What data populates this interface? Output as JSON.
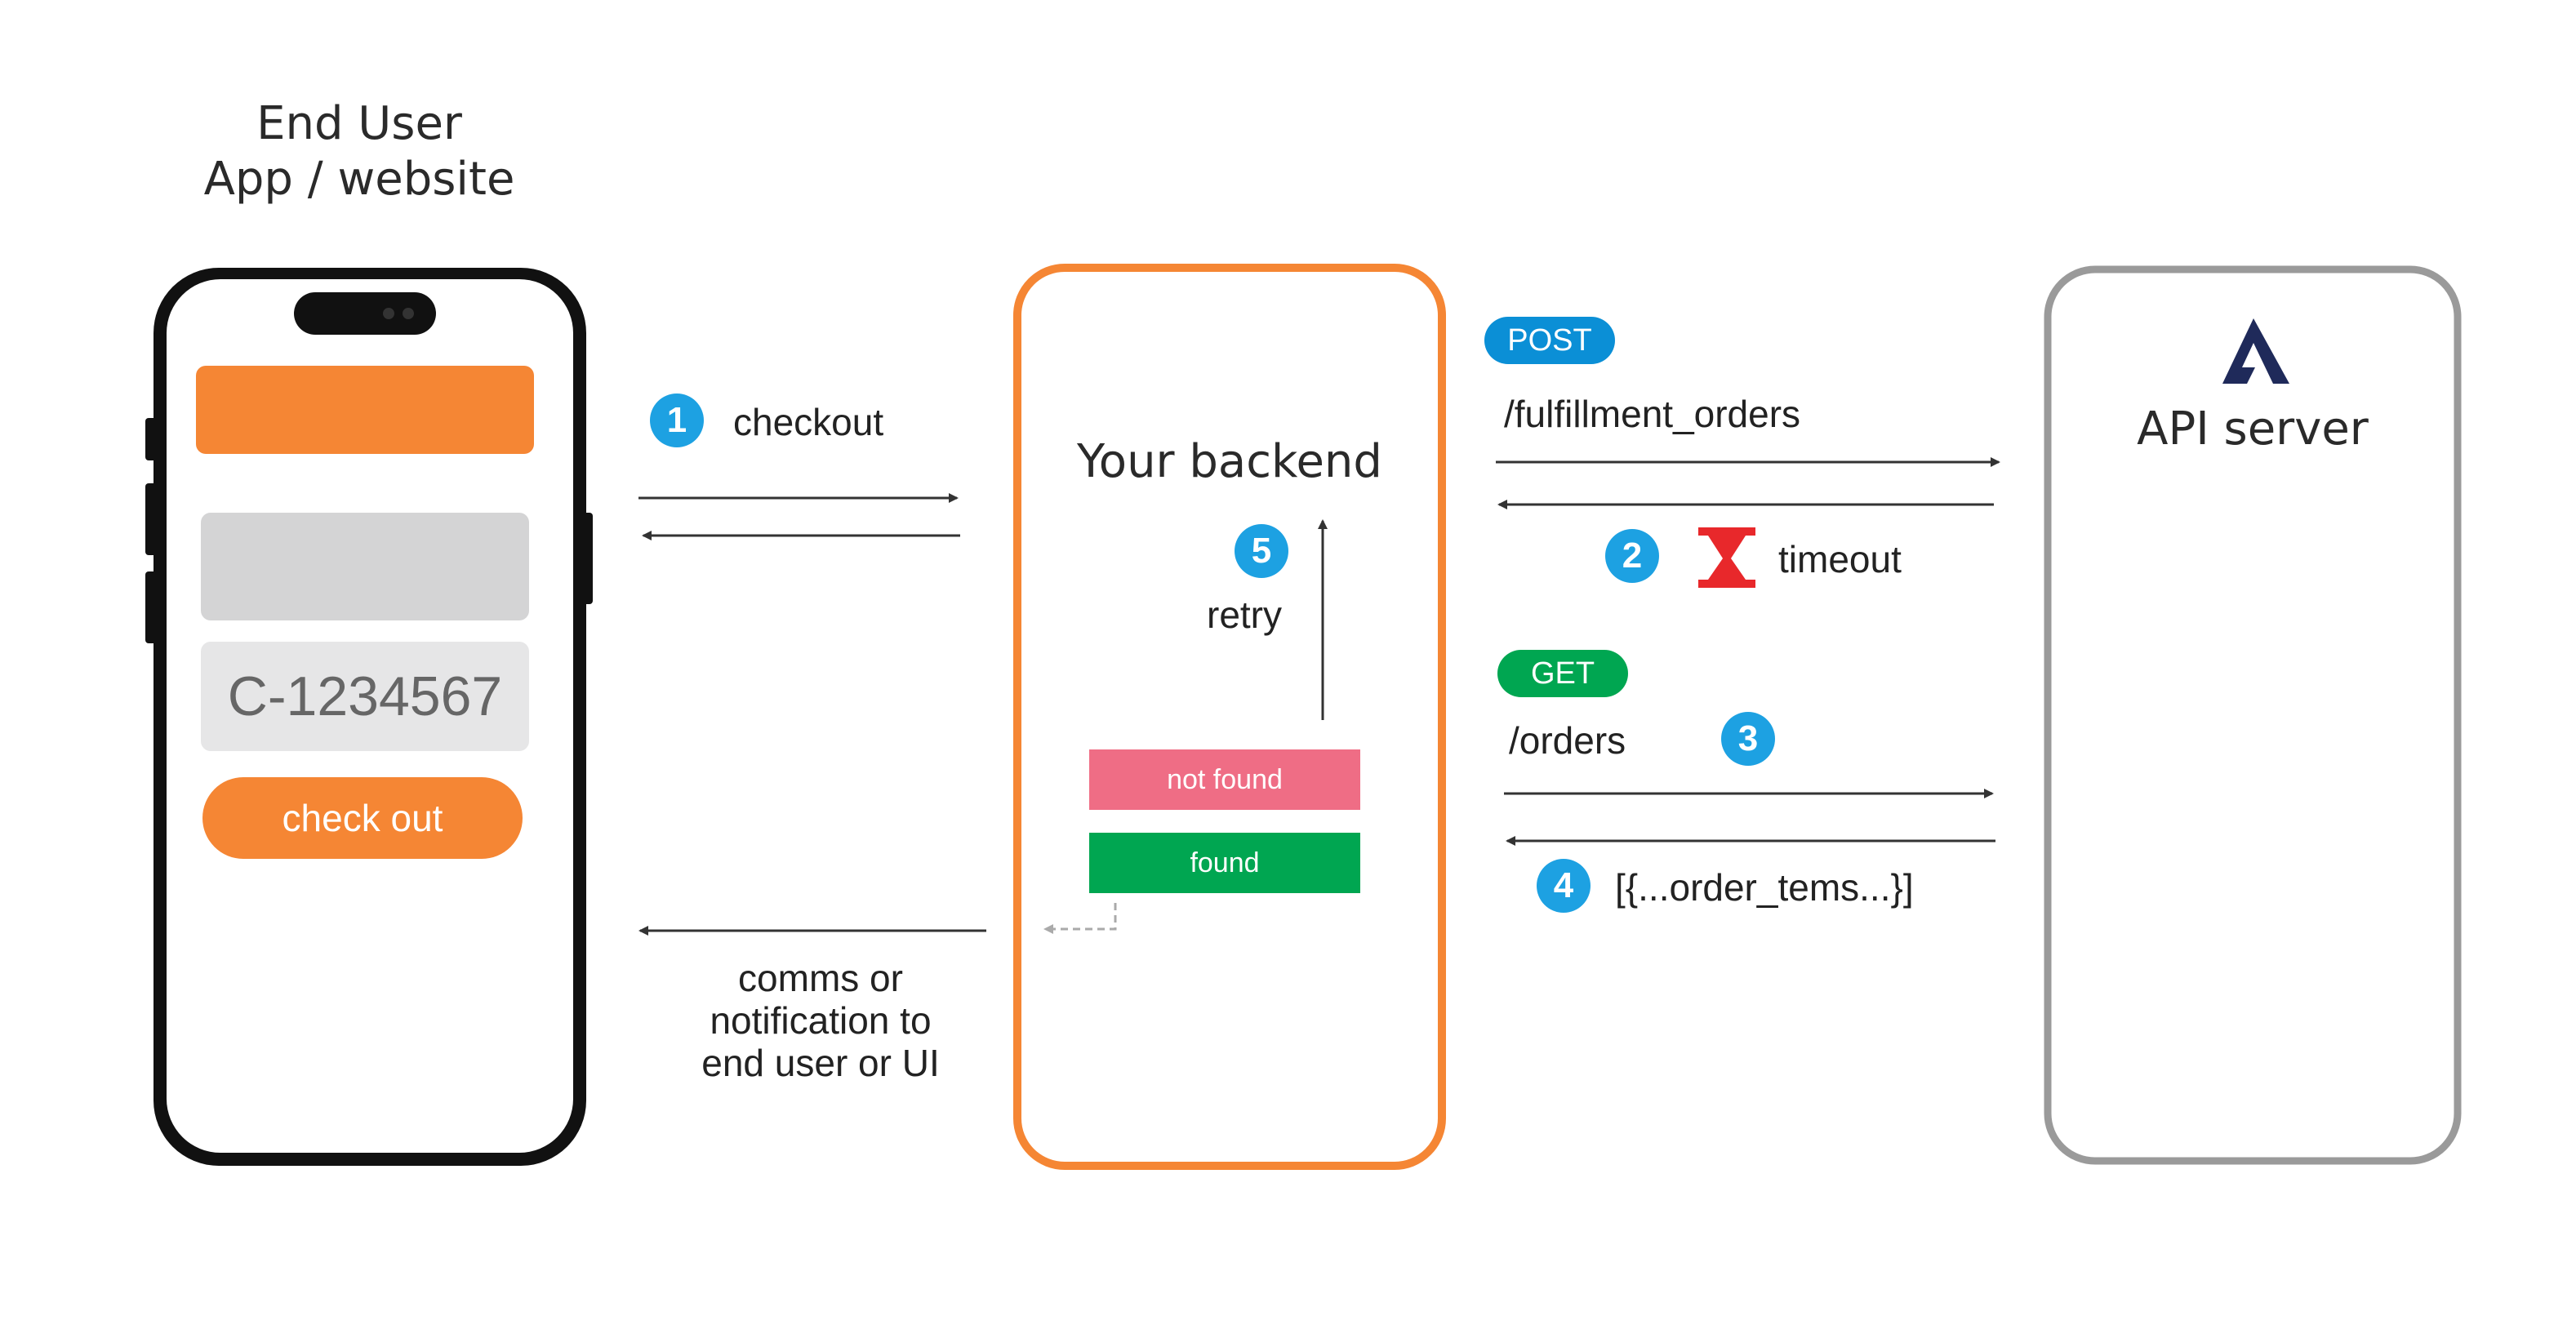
{
  "end_user": {
    "title_line1": "End User",
    "title_line2": "App / website"
  },
  "phone": {
    "order_id": "C-1234567",
    "checkout_button": "check out"
  },
  "backend": {
    "title": "Your backend",
    "retry_label": "retry",
    "not_found": "not found",
    "found": "found"
  },
  "api_server": {
    "title": "API server",
    "logo_icon": "a-logo-icon"
  },
  "steps": {
    "checkout": "checkout",
    "comms": "comms or notification to end user or UI",
    "comms_line1": "comms or",
    "comms_line2": "notification to",
    "comms_line3": "end user or UI",
    "post_method": "POST",
    "post_path": "/fulfillment_orders",
    "timeout": "timeout",
    "get_method": "GET",
    "get_path": "/orders",
    "response": "[{...order_tems...}]"
  },
  "step_numbers": {
    "n1": "1",
    "n2": "2",
    "n3": "3",
    "n4": "4",
    "n5": "5"
  },
  "colors": {
    "orange": "#f58634",
    "blue": "#1da1e2",
    "post_blue": "#0b8fd6",
    "green": "#00a651",
    "pink": "#ef6d85",
    "grey_frame": "#9a9a9a",
    "hourglass": "#e8282b"
  }
}
